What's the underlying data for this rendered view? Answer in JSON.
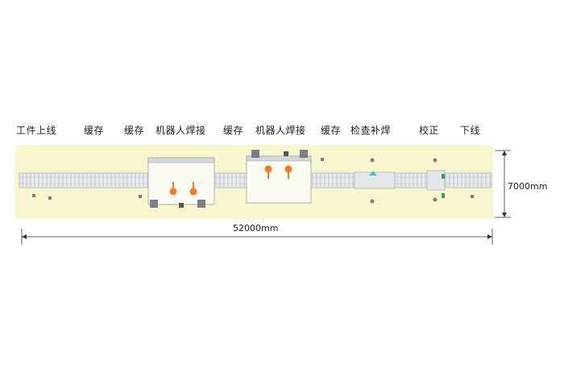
{
  "stations": [
    {
      "label": "工件上线"
    },
    {
      "label": "缓存"
    },
    {
      "label": "缓存"
    },
    {
      "label": "机器人焊接"
    },
    {
      "label": "缓存"
    },
    {
      "label": "机器人焊接"
    },
    {
      "label": "缓存"
    },
    {
      "label": "检查补焊"
    },
    {
      "label": "校正"
    },
    {
      "label": "下线"
    }
  ],
  "dimensions": {
    "height_label": "7000mm",
    "length_label": "52000mm"
  },
  "colors": {
    "floor": "#f8f6cf",
    "conveyor": "#c8ccd2",
    "robot": "#f07b22",
    "accent": "#3fc4c4"
  }
}
